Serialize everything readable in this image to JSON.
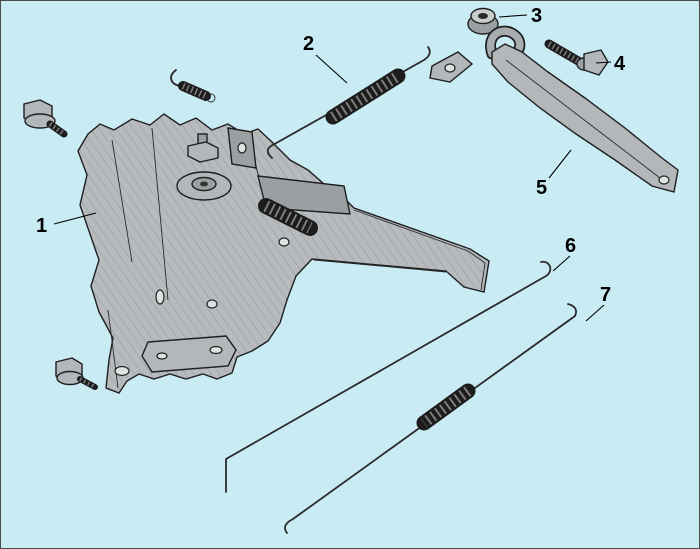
{
  "diagram": {
    "type": "exploded-parts-diagram",
    "background_color": "#c9ecf4",
    "border_color": "#4a4a4a",
    "line_color": "#1f1f1f",
    "metal_color": "#b3b7b9",
    "callouts": [
      {
        "label": "1",
        "part": "main-bracket-assembly"
      },
      {
        "label": "2",
        "part": "upper-tension-spring"
      },
      {
        "label": "3",
        "part": "grommet-cap"
      },
      {
        "label": "4",
        "part": "shoulder-screw"
      },
      {
        "label": "5",
        "part": "control-lever-arm"
      },
      {
        "label": "6",
        "part": "link-rod"
      },
      {
        "label": "7",
        "part": "lower-tension-spring"
      }
    ]
  }
}
